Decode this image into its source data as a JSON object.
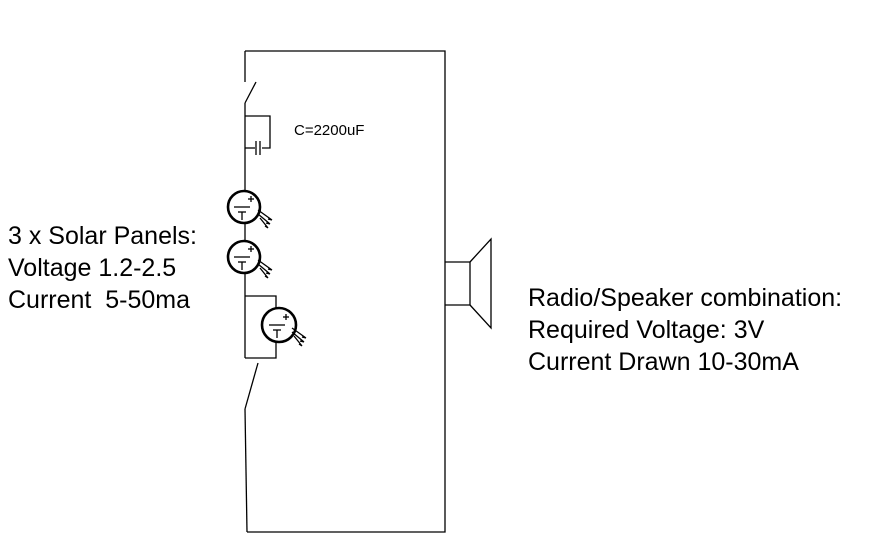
{
  "capacitor": {
    "label": "C=2200uF"
  },
  "solar_panels": {
    "title": "3 x Solar Panels:",
    "voltage": "Voltage 1.2-2.5",
    "current": "Current  5-50ma"
  },
  "radio": {
    "title": "Radio/Speaker combination:",
    "voltage": "Required Voltage: 3V",
    "current": "Current Drawn 10-30mA"
  },
  "symbols": {
    "solar_cell_icon": "solar-cell-icon",
    "switch_icon": "switch-icon",
    "capacitor_icon": "capacitor-icon",
    "speaker_icon": "speaker-icon"
  },
  "colors": {
    "stroke": "#000000",
    "background": "#ffffff"
  }
}
